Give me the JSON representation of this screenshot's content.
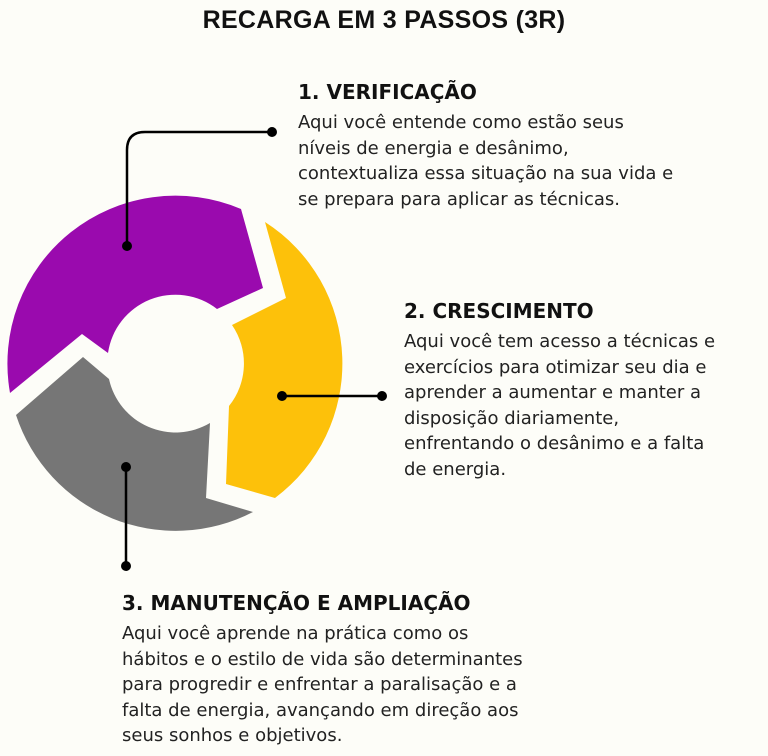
{
  "title": "RECARGA EM 3 PASSOS (3R)",
  "colors": {
    "step1": "#9a0aae",
    "step2": "#fdc10a",
    "step3": "#767676"
  },
  "steps": [
    {
      "heading": "1. VERIFICAÇÃO",
      "lines": [
        "Aqui você entende como estão seus",
        "níveis de energia e desânimo,",
        "contextualiza essa situação na sua vida e",
        "se prepara para aplicar as técnicas."
      ]
    },
    {
      "heading": "2. CRESCIMENTO",
      "lines": [
        "Aqui você tem acesso a técnicas e",
        "exercícios para otimizar seu dia e",
        "aprender a aumentar e manter a",
        "disposição diariamente,",
        "enfrentando o desânimo e a falta",
        "de energia."
      ]
    },
    {
      "heading": "3. MANUTENÇÃO E AMPLIAÇÃO",
      "lines": [
        "Aqui você aprende na prática como os",
        "hábitos e o estilo de vida são determinantes",
        "para progredir e enfrentar a paralisação e a",
        "falta de energia, avançando em direção aos",
        "seus sonhos e objetivos."
      ]
    }
  ]
}
